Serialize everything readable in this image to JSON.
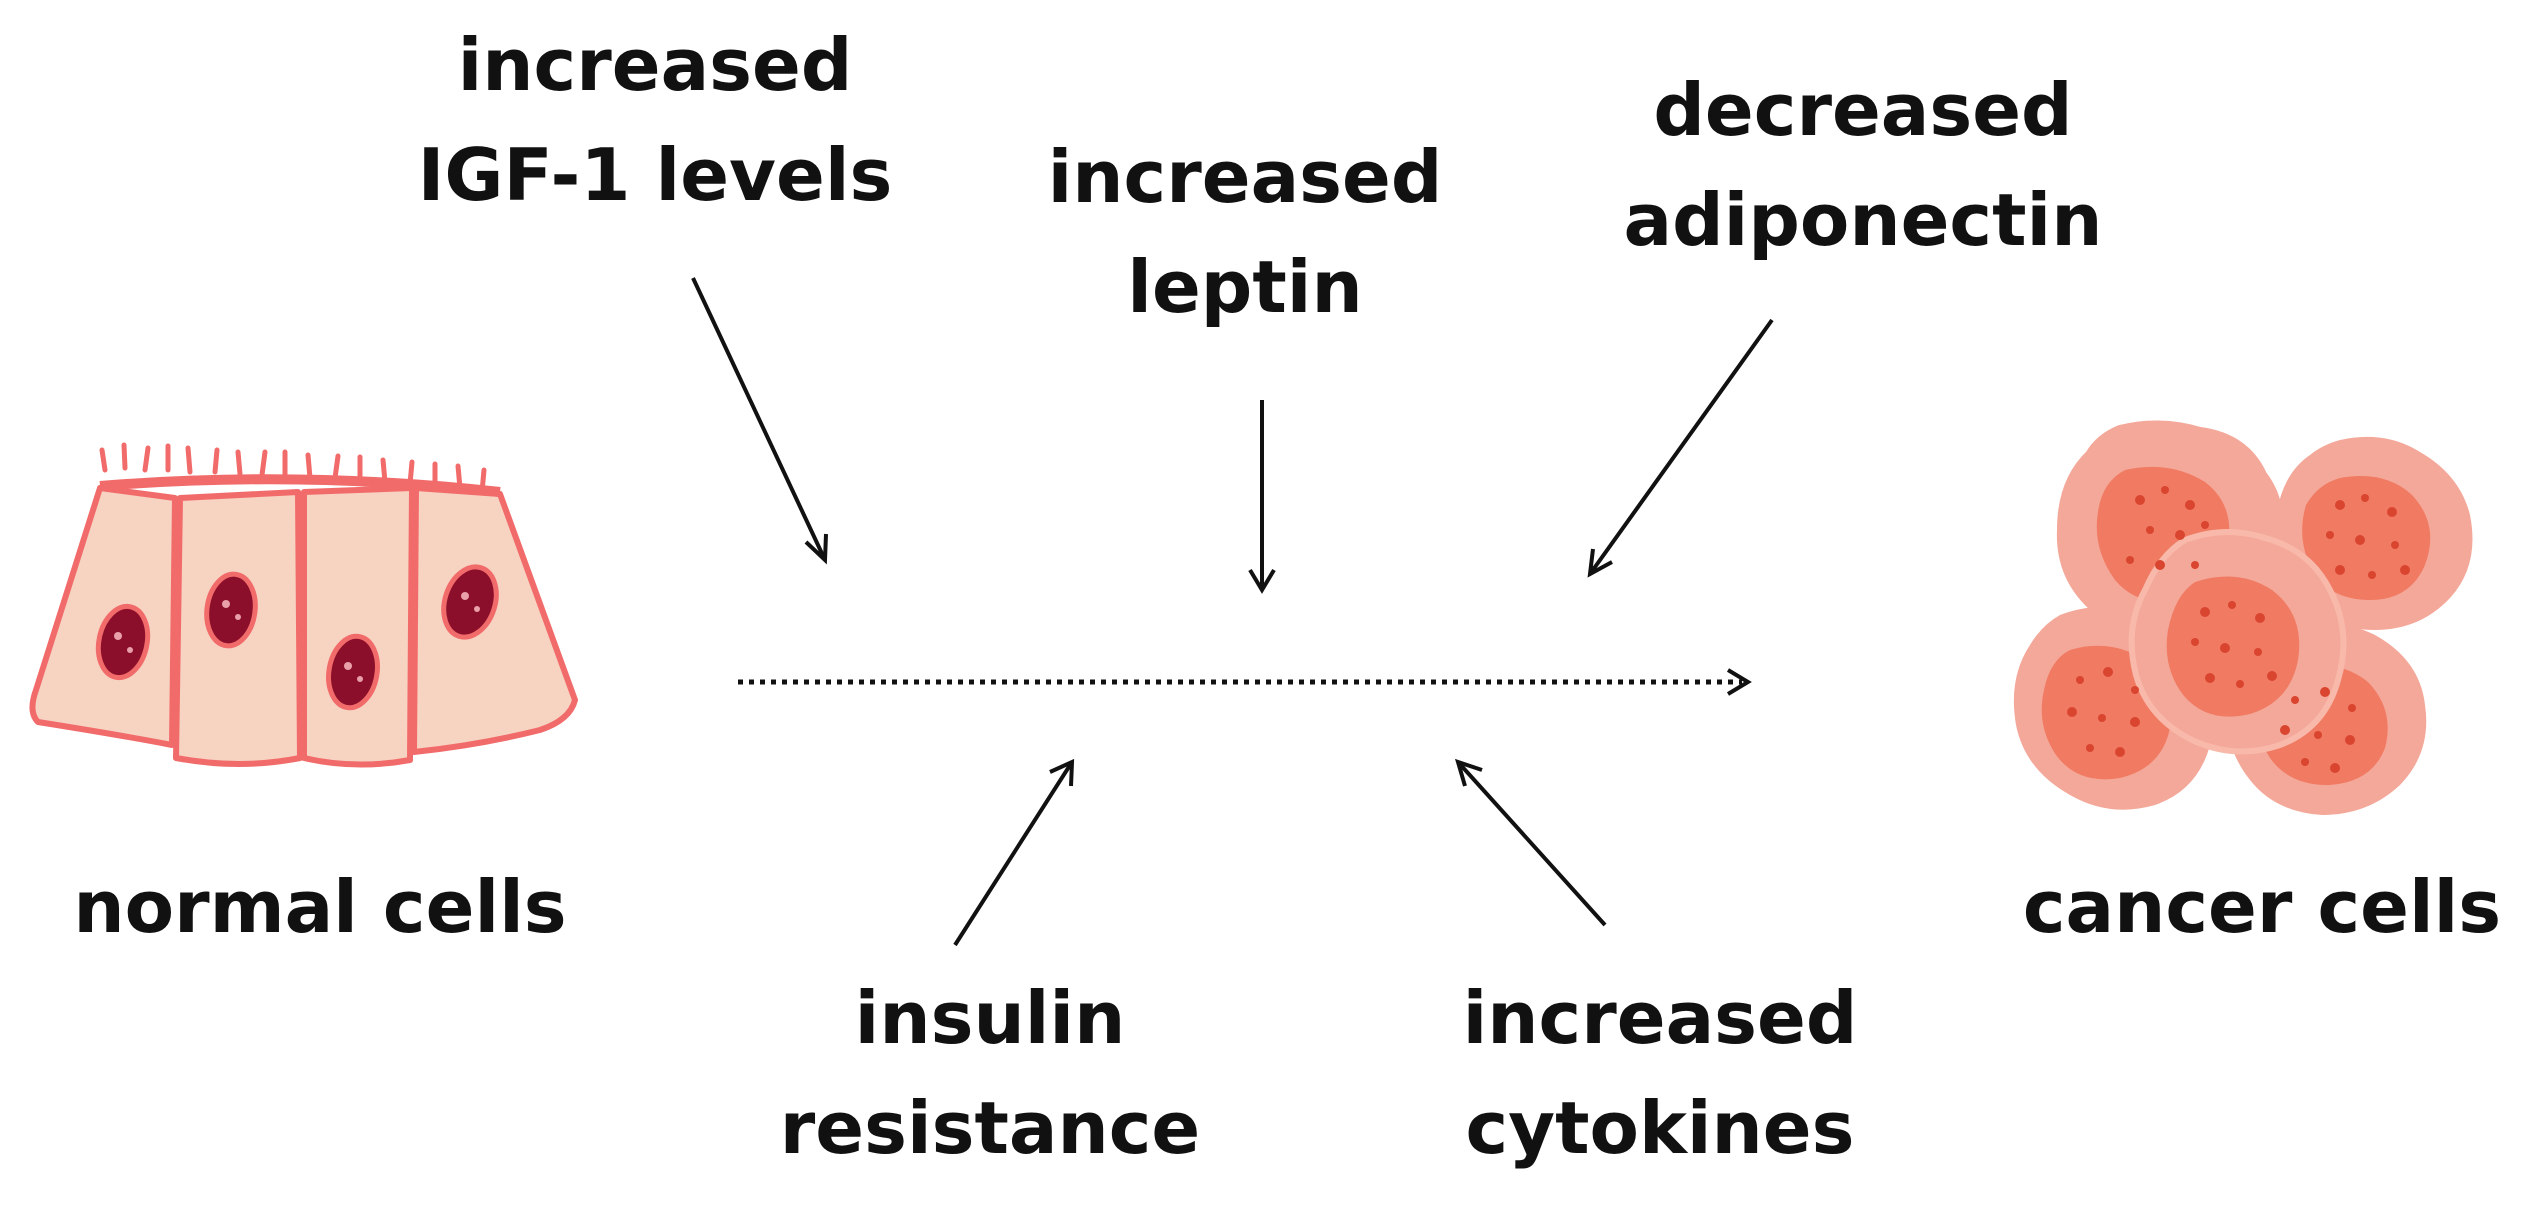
{
  "labels": {
    "normal_cells": "normal cells",
    "cancer_cells": "cancer cells",
    "igf1": [
      "increased",
      "IGF-1 levels"
    ],
    "leptin": [
      "increased",
      "leptin"
    ],
    "adiponectin": [
      "decreased",
      "adiponectin"
    ],
    "insulin": [
      "insulin",
      "resistance"
    ],
    "cytokines": [
      "increased",
      "cytokines"
    ]
  },
  "colors": {
    "text": "#111111",
    "arrow": "#111111",
    "cell_fill": "#f7d3c2",
    "cell_outline": "#f26b6b",
    "nucleus": "#8b0f2a",
    "cancer_outer": "#f4a89a",
    "cancer_inner": "#f07a62",
    "cancer_dots": "#d9452f"
  },
  "icons": [
    "normal-cells-illustration",
    "cancer-cells-illustration"
  ]
}
